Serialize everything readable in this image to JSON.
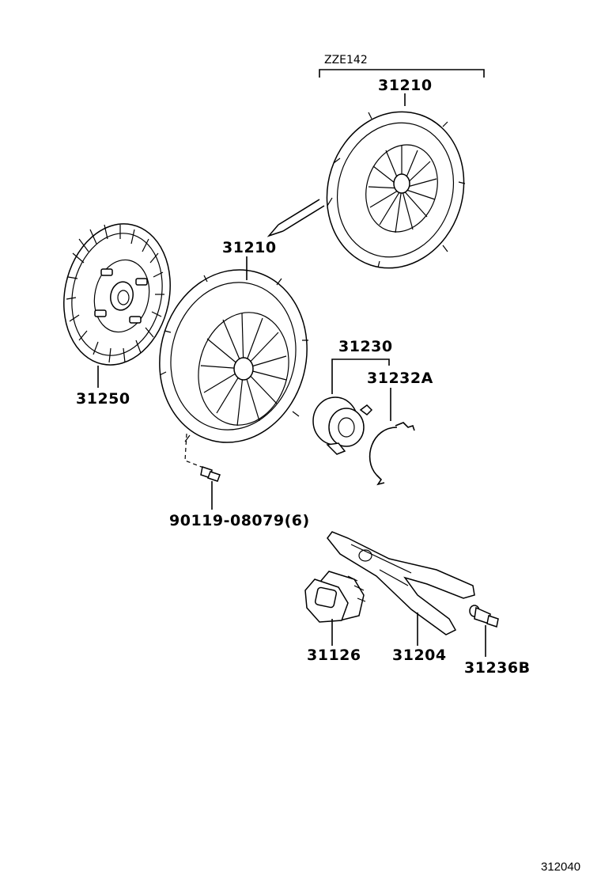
{
  "variant_label": "ZZE142",
  "labels": {
    "cover_top": "31210",
    "cover_main": "31210",
    "disc": "31250",
    "bolt": "90119-08079(6)",
    "bearing": "31230",
    "clip": "31232A",
    "boot": "31126",
    "fork": "31204",
    "pivot": "31236B"
  },
  "figure_ref": "312040"
}
